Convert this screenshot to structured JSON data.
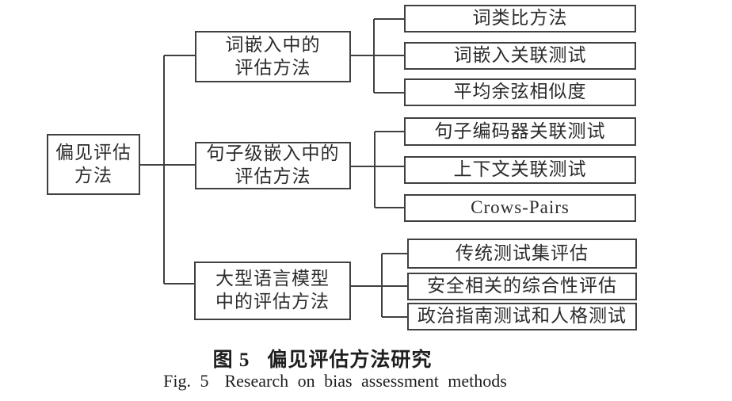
{
  "figure": {
    "root": {
      "lines": [
        "偏见评估",
        "方法"
      ]
    },
    "branches": [
      {
        "lines": [
          "词嵌入中的",
          "评估方法"
        ],
        "leaves": [
          "词类比方法",
          "词嵌入关联测试",
          "平均余弦相似度"
        ]
      },
      {
        "lines": [
          "句子级嵌入中的",
          "评估方法"
        ],
        "leaves": [
          "句子编码器关联测试",
          "上下文关联测试",
          "Crows-Pairs"
        ]
      },
      {
        "lines": [
          "大型语言模型",
          "中的评估方法"
        ],
        "leaves": [
          "传统测试集评估",
          "安全相关的综合性评估",
          "政治指南测试和人格测试"
        ]
      }
    ],
    "caption": {
      "zh_label": "图 5",
      "zh_title": "偏见评估方法研究",
      "en_label": "Fig. 5",
      "en_title": "Research on bias assessment methods"
    }
  },
  "colors": {
    "line": "#404040",
    "text": "#2b2b2b",
    "background": "#ffffff"
  }
}
